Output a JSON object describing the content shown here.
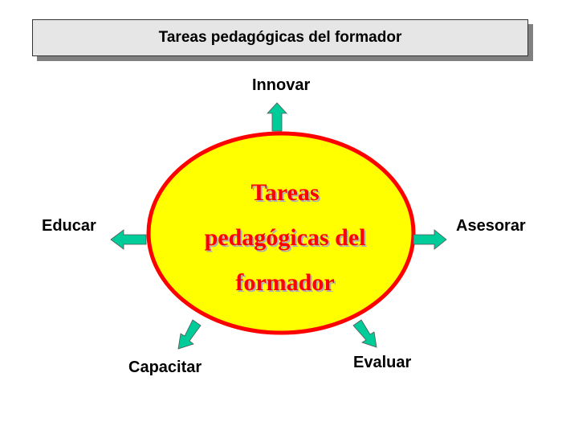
{
  "title": "Tareas pedagógicas del formador",
  "center": {
    "line1": "Tareas",
    "line2": "pedagógicas del",
    "line3": "formador"
  },
  "tasks": {
    "top": "Innovar",
    "left": "Educar",
    "right": "Asesorar",
    "bottom_left": "Capacitar",
    "bottom_right": "Evaluar"
  },
  "colors": {
    "ellipse_fill": "#ffff00",
    "ellipse_border": "#ff0000",
    "arrow": "#00cc99",
    "center_text": "#ff0000"
  }
}
